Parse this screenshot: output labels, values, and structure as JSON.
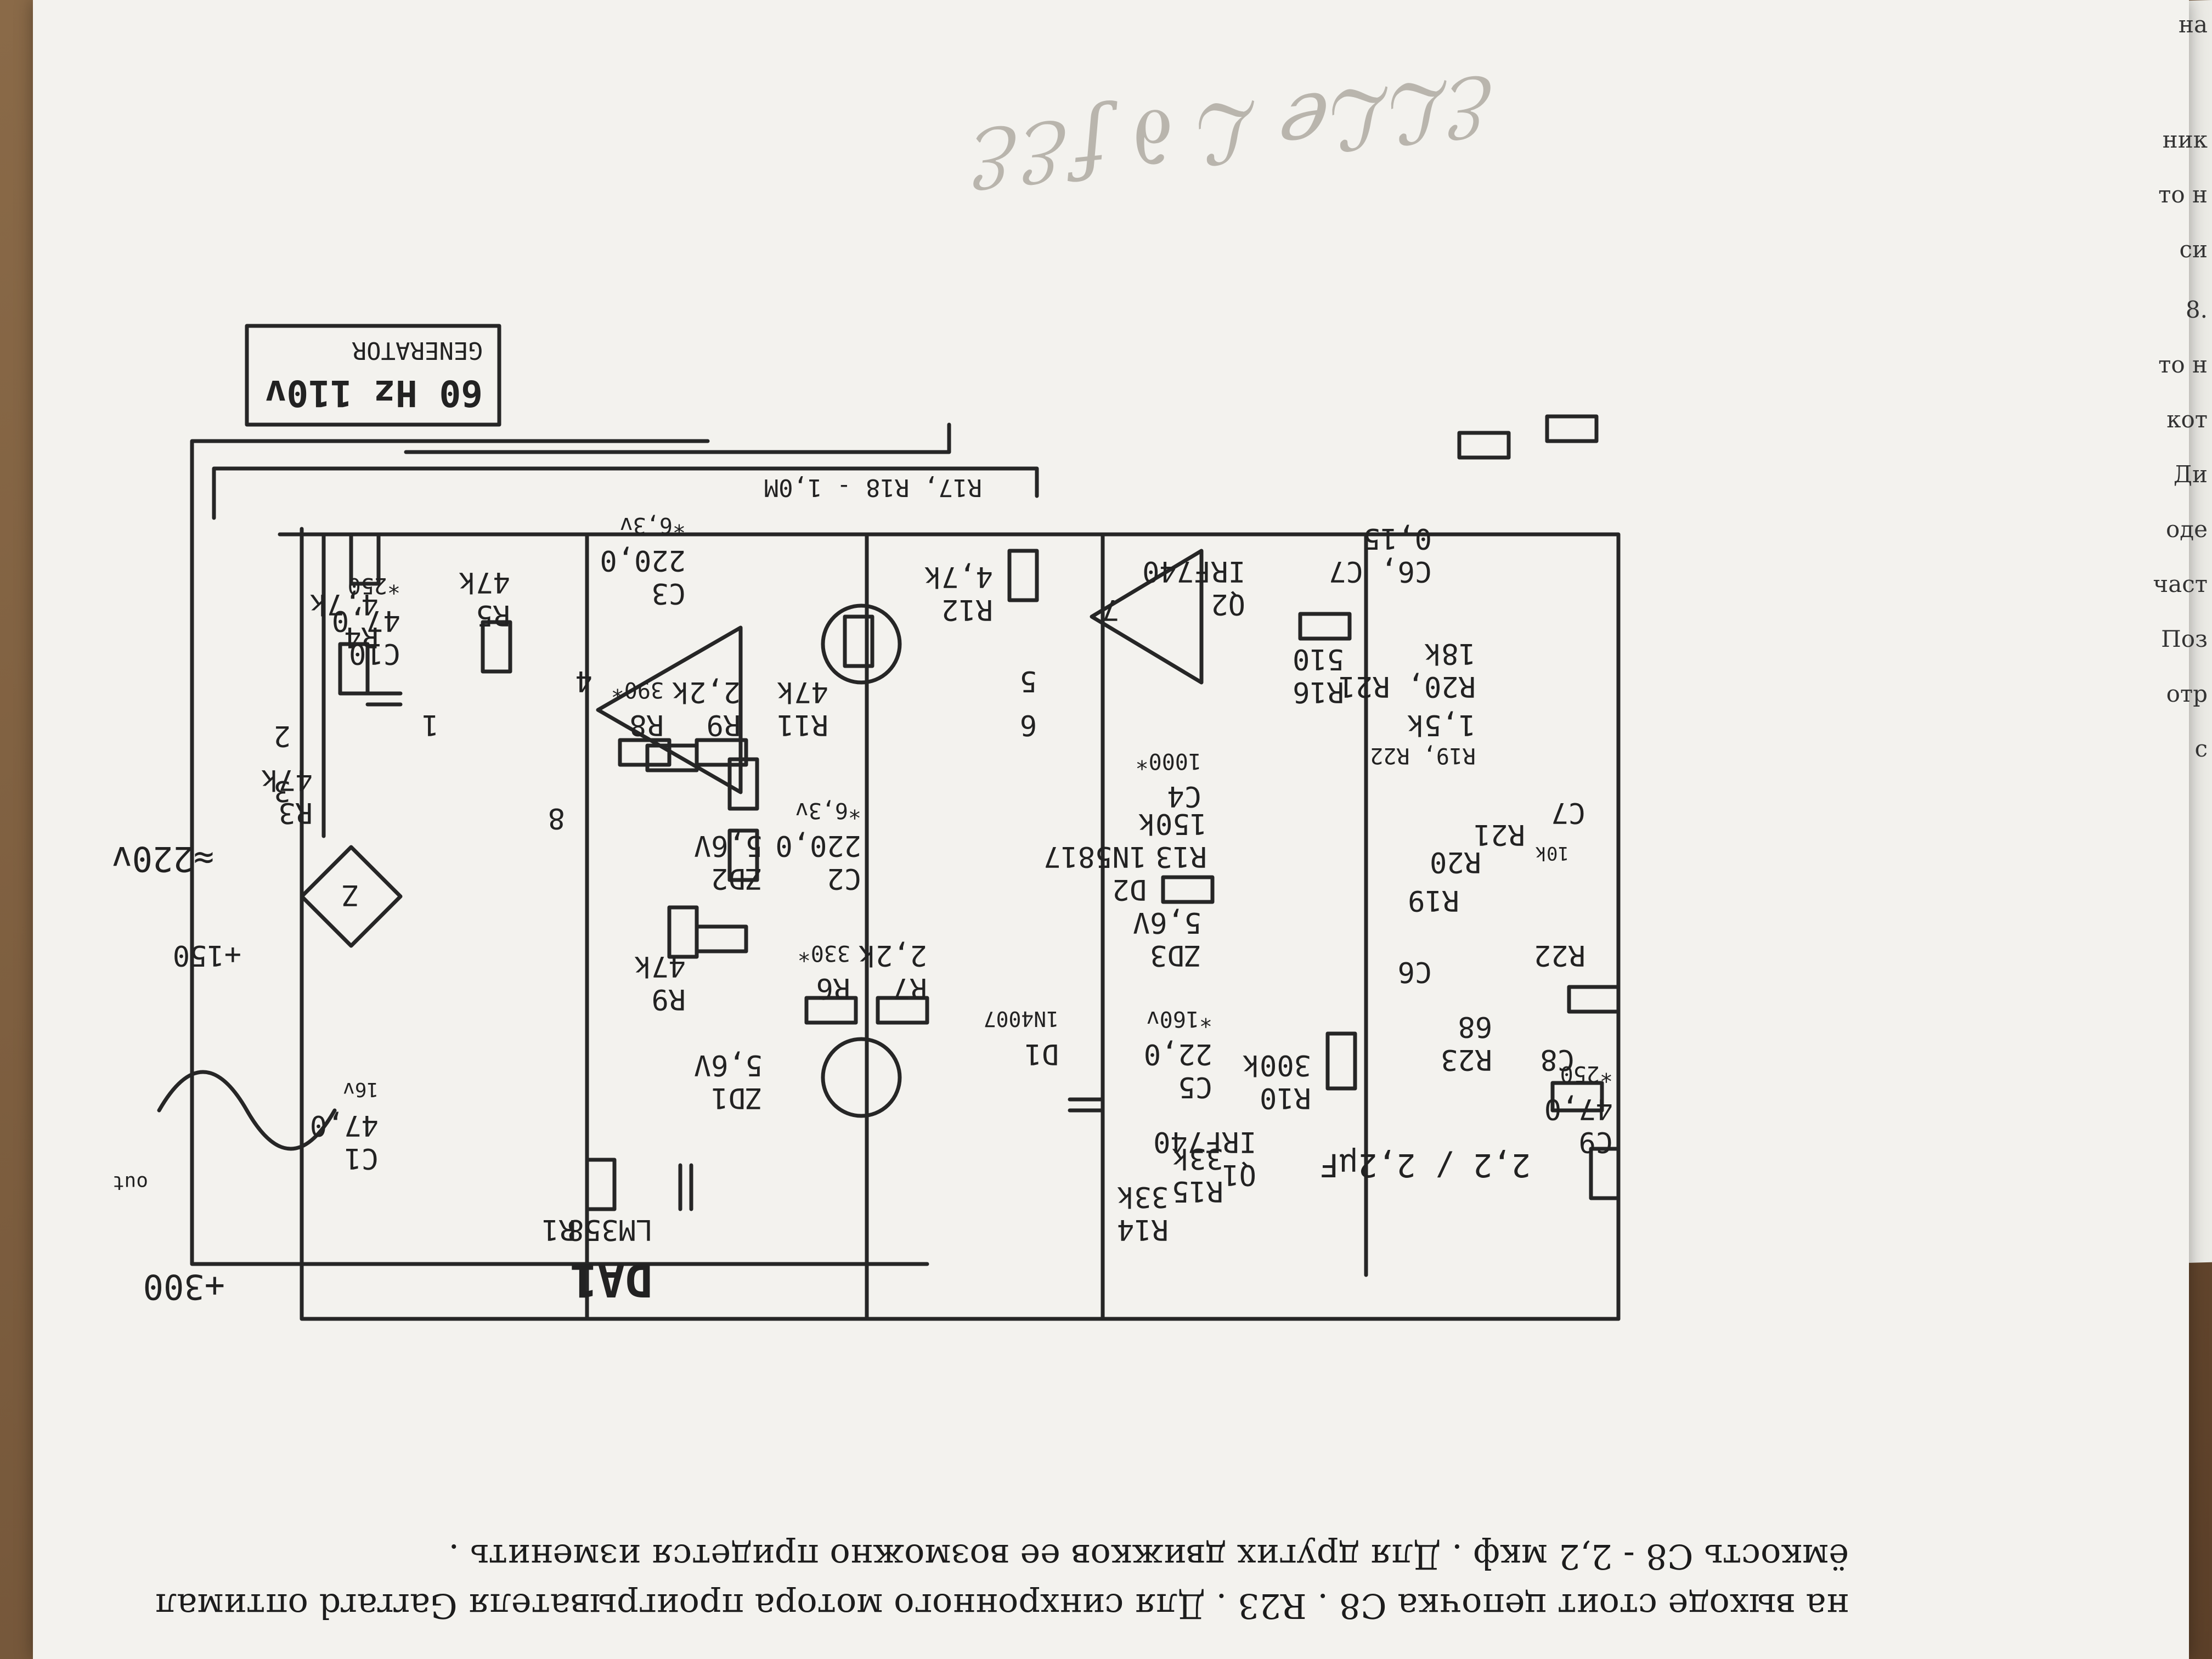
{
  "book_margin_lines": [
    "на",
    "ник",
    "то н",
    "си",
    "8.",
    "то н",
    "кот",
    "Ди",
    "оде",
    "част",
    "Поз",
    "отр",
    "с"
  ],
  "footer_text": {
    "line1": "на выходе стоит цепочка C8 . R23 . Для синхронного мотора проигрывателя Garrard оптимал",
    "line2": "ёмкость C8 - 2,2 мкф . Для других движков ее возможно придется изменить ."
  },
  "pencil_scrawl": "ℰℒℒℯ ℒ ∂ ƒℰℰ",
  "schematic": {
    "title_box": {
      "line1": "60 Hz 110v",
      "line2": "GENERATOR"
    },
    "ic_main": "DA1",
    "ic_main_type": "LM358",
    "supply_300": "+300",
    "supply_150": "+150",
    "mains": "≈220v",
    "bridge_symbol": "Z",
    "out_label": "out",
    "components": {
      "r1": "R1",
      "c1": {
        "name": "C1",
        "value": "47,0",
        "rating": "16v"
      },
      "zd1": {
        "name": "ZD1",
        "value": "5,6V"
      },
      "r6": {
        "name": "R6",
        "value": "330*"
      },
      "r7": {
        "name": "R7",
        "value": "2,2k"
      },
      "r9": {
        "name": "R9",
        "value": "47k"
      },
      "zd2": {
        "name": "ZD2",
        "value": "5,6V"
      },
      "c2": {
        "name": "C2",
        "value": "220,0",
        "rating": "*6,3v"
      },
      "r3": {
        "name": "R3",
        "value": "47k"
      },
      "r4": {
        "name": "R4",
        "value": "4,7k"
      },
      "r5": {
        "name": "R5",
        "value": "47k"
      },
      "r8": {
        "name": "R8",
        "value": "390*"
      },
      "r9b": {
        "name": "R9",
        "value": "2,2k"
      },
      "c3": {
        "name": "C3",
        "value": "220,0",
        "rating": "*6,3v"
      },
      "r11": {
        "name": "R11",
        "value": "47k"
      },
      "r12": {
        "name": "R12",
        "value": "4,7k"
      },
      "r17_18": "R17, R18 - 1,0M",
      "r10": {
        "name": "R10",
        "value": "300k"
      },
      "r13": {
        "name": "R13",
        "value": "150k"
      },
      "c4": {
        "name": "C4",
        "value": "1000*"
      },
      "r16": {
        "name": "R16",
        "value": "510"
      },
      "q2": {
        "name": "Q2",
        "value": "IRF740"
      },
      "c6c7": {
        "name": "C6, C7",
        "value": "0,15"
      },
      "r20r21": {
        "name": "R20, R21",
        "value": "18k"
      },
      "r19r22": {
        "name": "R19, R22",
        "value": "1,5k"
      },
      "r14": {
        "name": "R14",
        "value": "33k"
      },
      "r15": {
        "name": "R15",
        "value": "33k"
      },
      "c5": {
        "name": "C5",
        "value": "22,0",
        "rating": "*160v"
      },
      "d1": {
        "name": "D1",
        "value": "1N4007"
      },
      "d2": {
        "name": "D2",
        "value": "1N5817"
      },
      "zd3": {
        "name": "ZD3",
        "value": "5,6V"
      },
      "q1": {
        "name": "Q1",
        "value": "IRF740"
      },
      "c9": {
        "name": "C9",
        "value": "47,0",
        "rating": "*250"
      },
      "c9_alt": "2,2 / 2,2μF",
      "r23": {
        "name": "R23",
        "value": "68"
      },
      "c8": {
        "name": "C8"
      },
      "c10": {
        "name": "C10",
        "value": "47,0",
        "rating": "*250"
      },
      "r20": "R20",
      "r21": "R21",
      "r19": "R19",
      "r22": "R22",
      "c6": "C6",
      "c7": "C7",
      "trim": "10k",
      "pin_labels": [
        "1",
        "2",
        "3",
        "4",
        "5",
        "6",
        "7",
        "8"
      ]
    }
  }
}
